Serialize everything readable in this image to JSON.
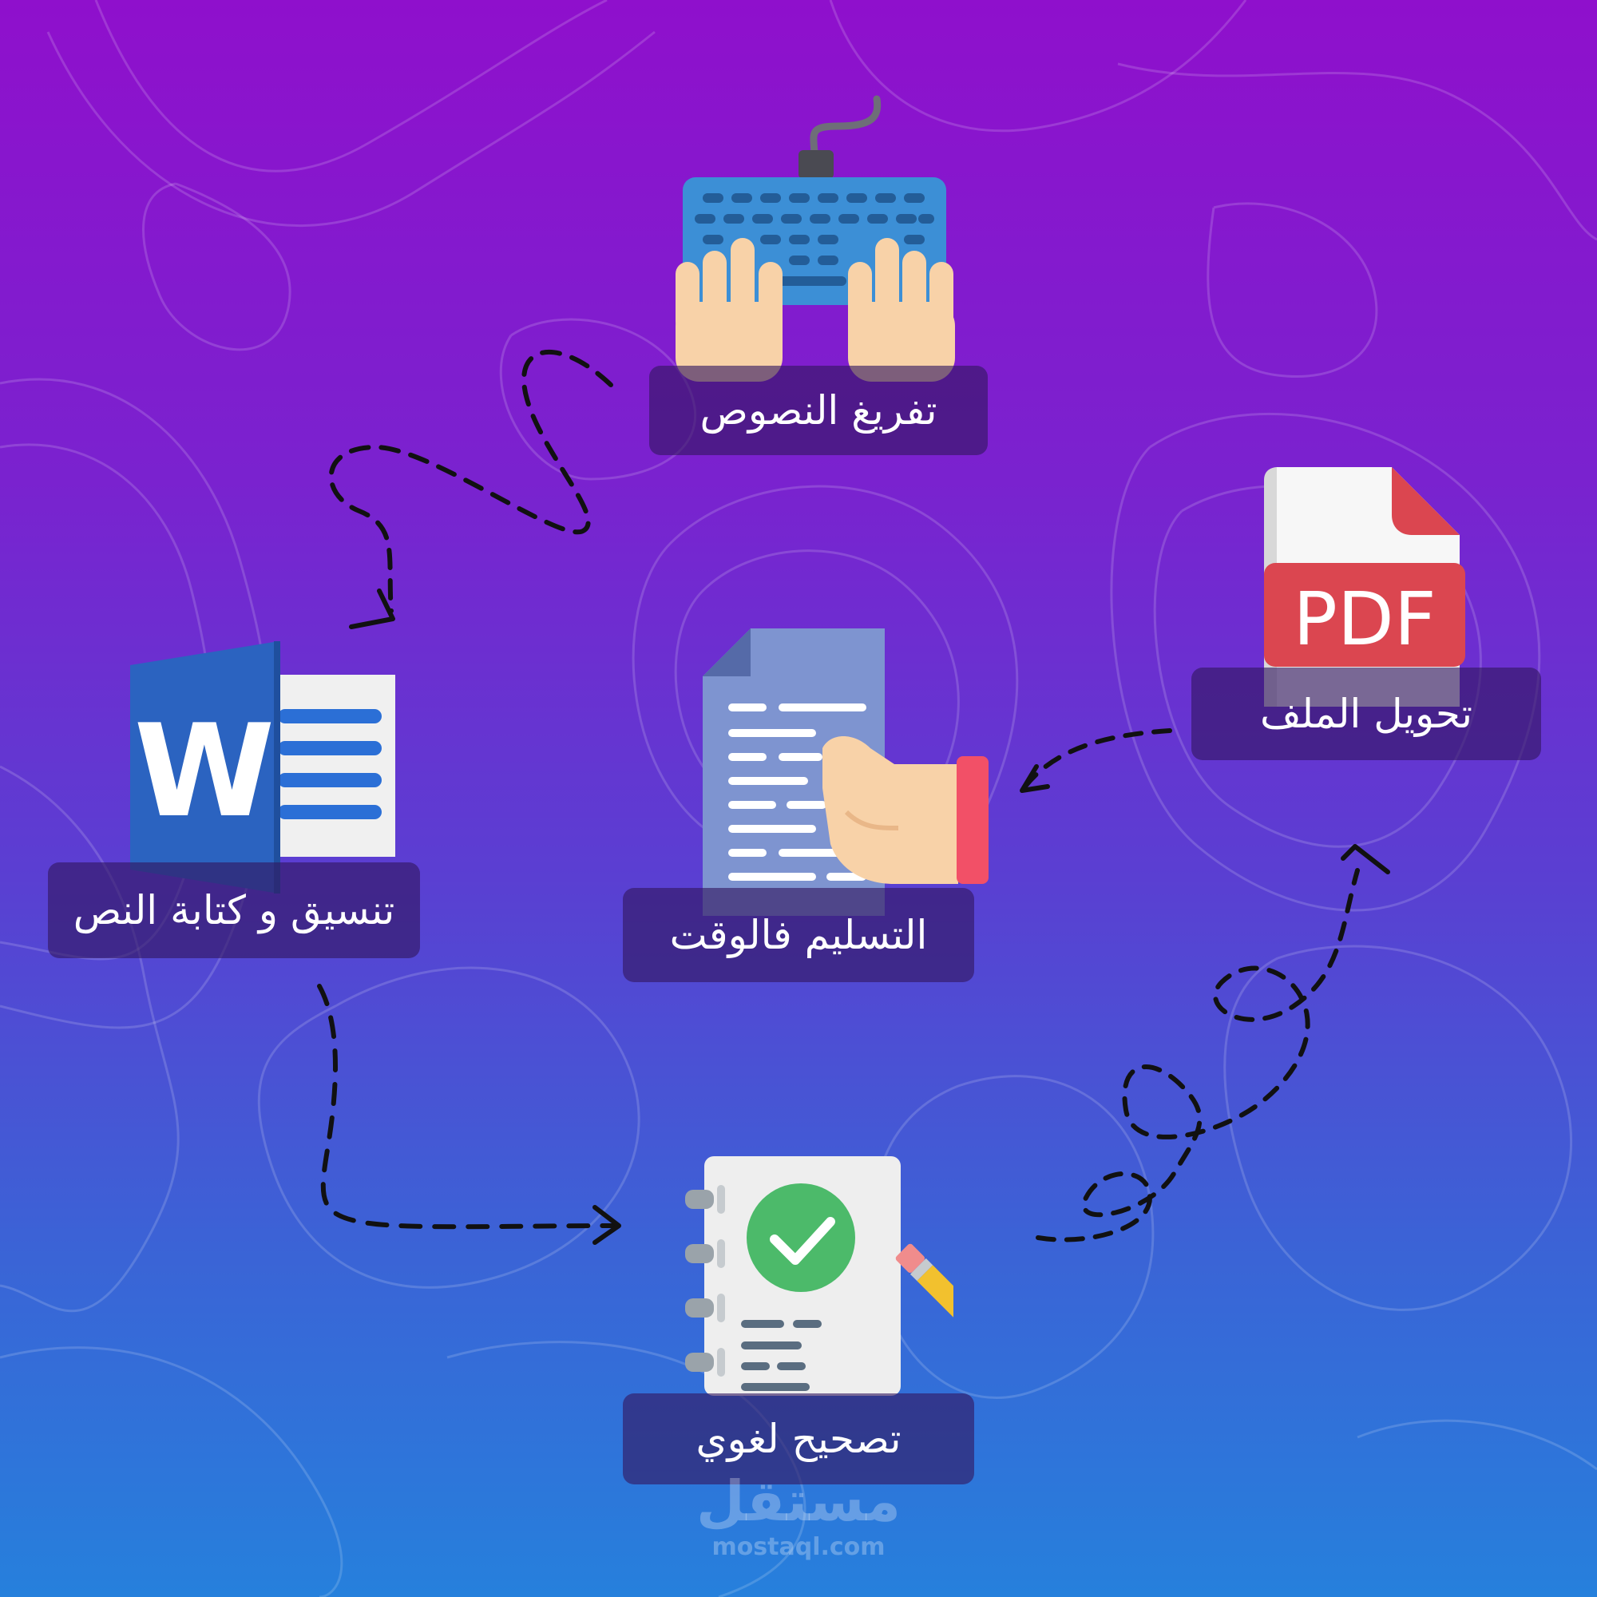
{
  "steps": {
    "transcription": "تفريغ النصوص",
    "formatting": "تنسيق و كتابة النص",
    "delivery": "التسليم فالوقت",
    "conversion": "تحويل الملف",
    "proofreading": "تصحيح لغوي"
  },
  "pdf_icon_text": "PDF",
  "word_icon_text": "W",
  "watermark": {
    "arabic": "مستقل",
    "url": "mostaql.com"
  },
  "colors": {
    "gradient_top": "#8f10cc",
    "gradient_bottom": "#2680dc",
    "label_bg": "rgba(50,22,95,0.62)",
    "keyboard": "#3c8fd6",
    "word_blue": "#2b63c0",
    "pdf_red": "#db4650",
    "check_green": "#4cba6a"
  },
  "icons": [
    "keyboard-hands-icon",
    "word-document-icon",
    "document-hand-icon",
    "pdf-file-icon",
    "proofreading-checklist-icon"
  ]
}
